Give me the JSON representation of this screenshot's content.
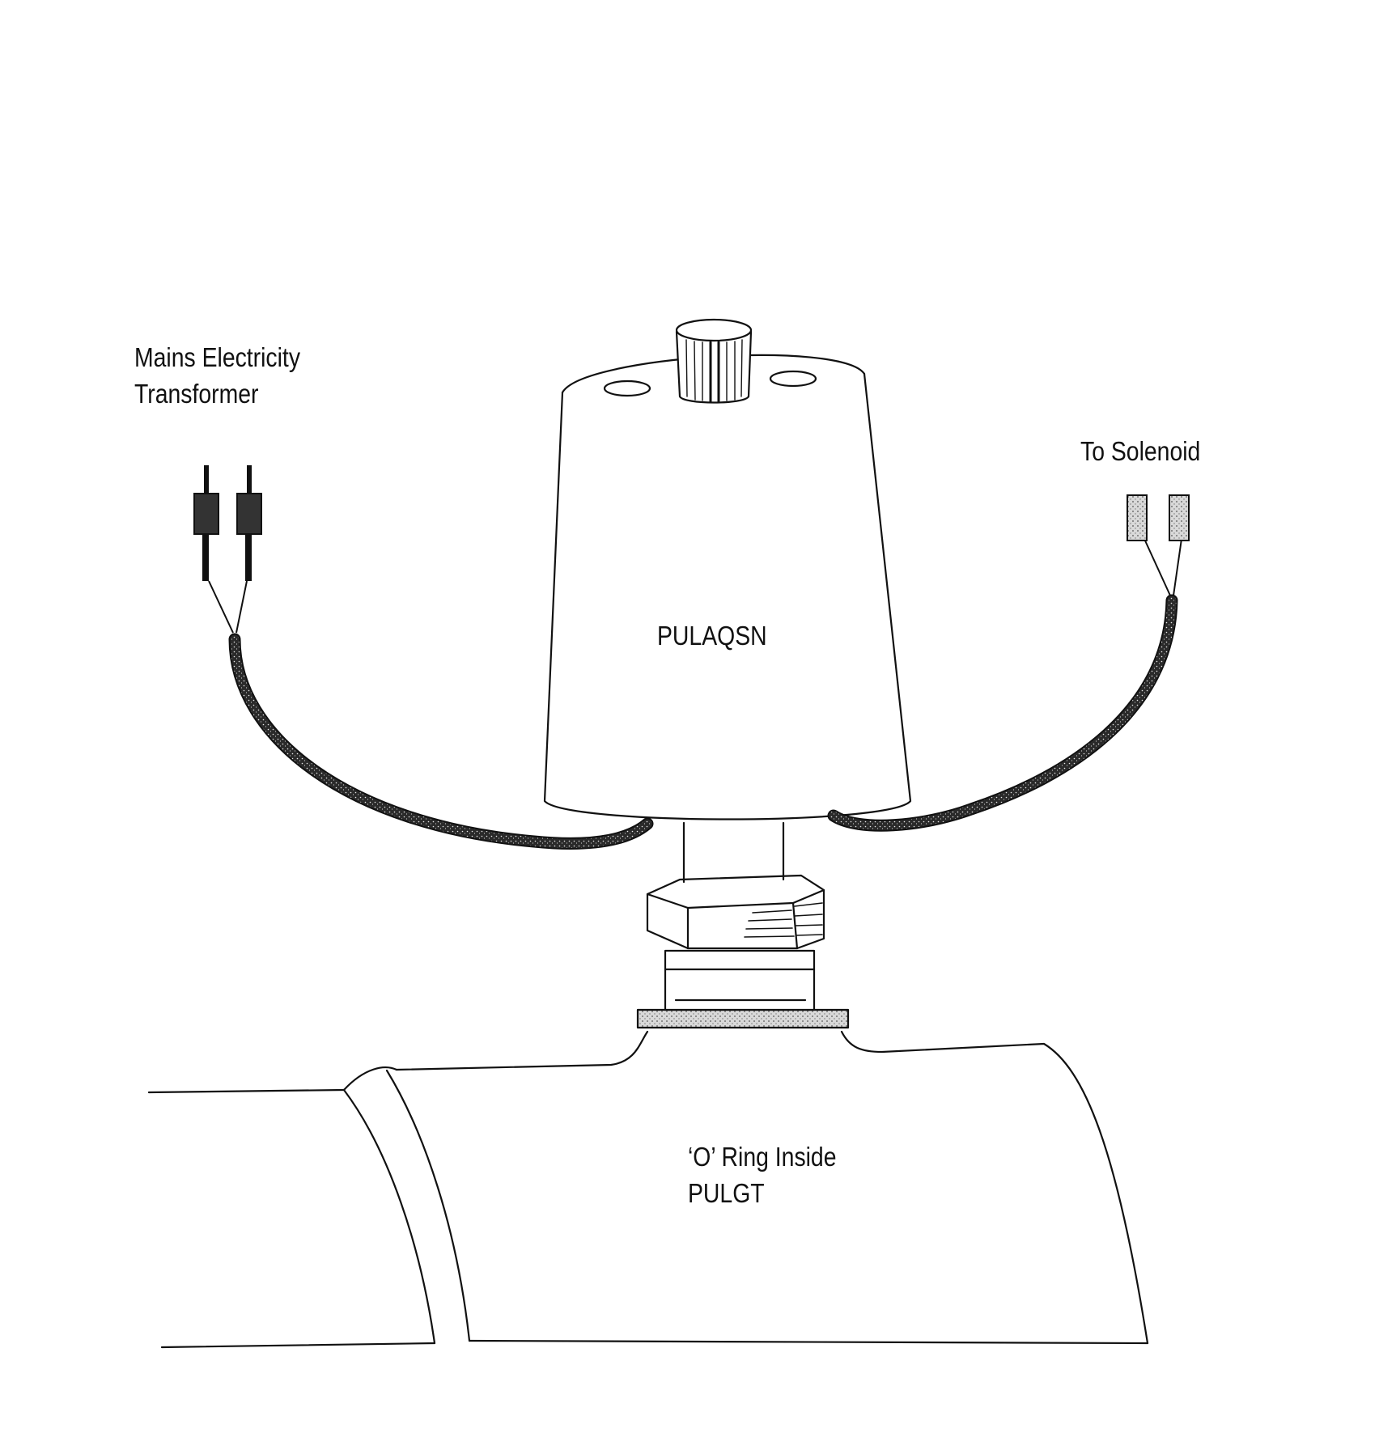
{
  "labels": {
    "mains_line1": "Mains Electricity",
    "mains_line2": "Transformer",
    "to_solenoid": "To Solenoid",
    "unit_name": "PULAQSN",
    "o_ring_line1": "‘O’ Ring Inside",
    "o_ring_line2": "PULGT"
  },
  "colors": {
    "line": "#111111",
    "cable_fill": "#2a2a2a",
    "cable_speckle": "#e8e8e8",
    "background": "#ffffff"
  }
}
